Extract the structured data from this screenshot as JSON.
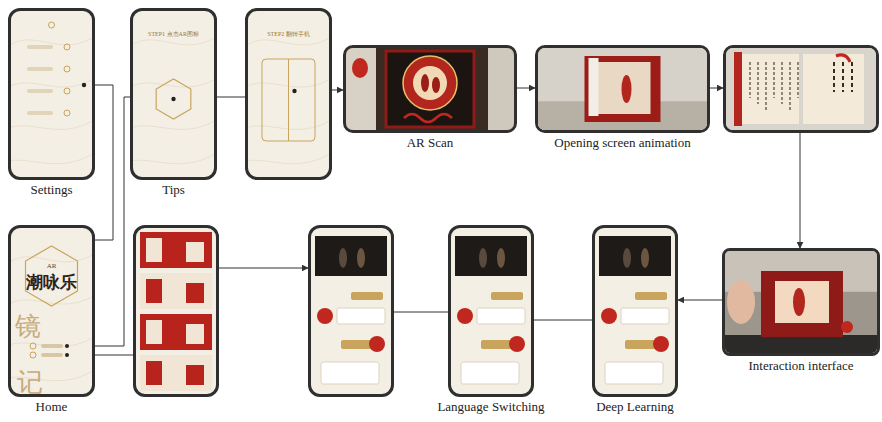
{
  "diagram": {
    "nodes": [
      {
        "text": [
          "Settings"
        ]
      },
      {
        "text": [
          "STEP1 点击AR图标",
          "Tips"
        ]
      },
      {
        "text": [
          "STEP2 翻转手机"
        ]
      },
      {
        "text": [
          "AR Scan"
        ]
      },
      {
        "text": [
          "Opening screen animation"
        ]
      },
      {
        "text": []
      },
      {
        "text": [
          "AR",
          "潮咏乐",
          "Home"
        ]
      },
      {
        "text": []
      },
      {
        "text": []
      },
      {
        "text": [
          "Language Switching"
        ]
      },
      {
        "text": [
          "Deep Learning"
        ]
      },
      {
        "text": [
          "Interaction interface"
        ]
      }
    ],
    "edges": [
      {
        "from": 0,
        "to": 6,
        "arrow": "none"
      },
      {
        "from": 1,
        "to": 6,
        "arrow": "none"
      },
      {
        "from": 1,
        "to": 2,
        "arrow": "none"
      },
      {
        "from": 2,
        "to": 3,
        "arrow": "to"
      },
      {
        "from": 3,
        "to": 4,
        "arrow": "to"
      },
      {
        "from": 4,
        "to": 5,
        "arrow": "to"
      },
      {
        "from": 5,
        "to": 11,
        "arrow": "to"
      },
      {
        "from": 11,
        "to": 10,
        "arrow": "to"
      },
      {
        "from": 10,
        "to": 9,
        "arrow": "none"
      },
      {
        "from": 9,
        "to": 8,
        "arrow": "none"
      },
      {
        "from": 6,
        "to": 7,
        "arrow": "none"
      },
      {
        "from": 7,
        "to": 8,
        "arrow": "to"
      }
    ],
    "labels": [
      "镜",
      "记"
    ]
  }
}
